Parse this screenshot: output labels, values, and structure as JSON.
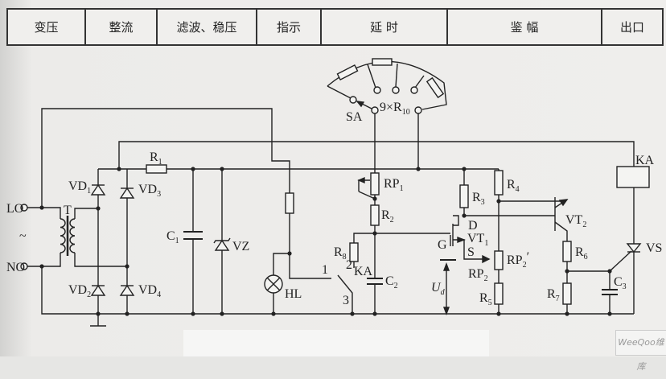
{
  "stages": [
    "变压",
    "整流",
    "滤波、稳压",
    "指示",
    "延   时",
    "鉴   幅",
    "出口"
  ],
  "labels": {
    "LO": "LO",
    "NO": "NO",
    "tilde": "~",
    "T": "T",
    "VD1": "VD",
    "VD1_sub": "1",
    "VD2": "VD",
    "VD2_sub": "2",
    "VD3": "VD",
    "VD3_sub": "3",
    "VD4": "VD",
    "VD4_sub": "4",
    "R1": "R",
    "R1_sub": "1",
    "C1": "C",
    "C1_sub": "1",
    "VZ": "VZ",
    "HL": "HL",
    "SA": "SA",
    "R10": "9×R",
    "R10_sub": "10",
    "RP1": "RP",
    "RP1_sub": "1",
    "R2": "R",
    "R2_sub": "2",
    "R8": "R",
    "R8_sub": "8",
    "KA_switch": "KA",
    "sw1": "1",
    "sw2": "2",
    "sw3": "3",
    "C2": "C",
    "C2_sub": "2",
    "G": "G",
    "D": "D",
    "S": "S",
    "VT1": "VT",
    "VT1_sub": "1",
    "Ud": "U",
    "Ud_sub": "d",
    "R3": "R",
    "R3_sub": "3",
    "R4": "R",
    "R4_sub": "4",
    "RP2": "RP",
    "RP2_sub": "2",
    "RP2p": "RP",
    "RP2p_sub": "2",
    "RP2p_prime": "′",
    "R5": "R",
    "R5_sub": "5",
    "VT2": "VT",
    "VT2_sub": "2",
    "R6": "R",
    "R6_sub": "6",
    "R7": "R",
    "R7_sub": "7",
    "C3": "C",
    "C3_sub": "3",
    "KA": "KA",
    "VS": "VS"
  },
  "watermark": "WeeQoo维库"
}
